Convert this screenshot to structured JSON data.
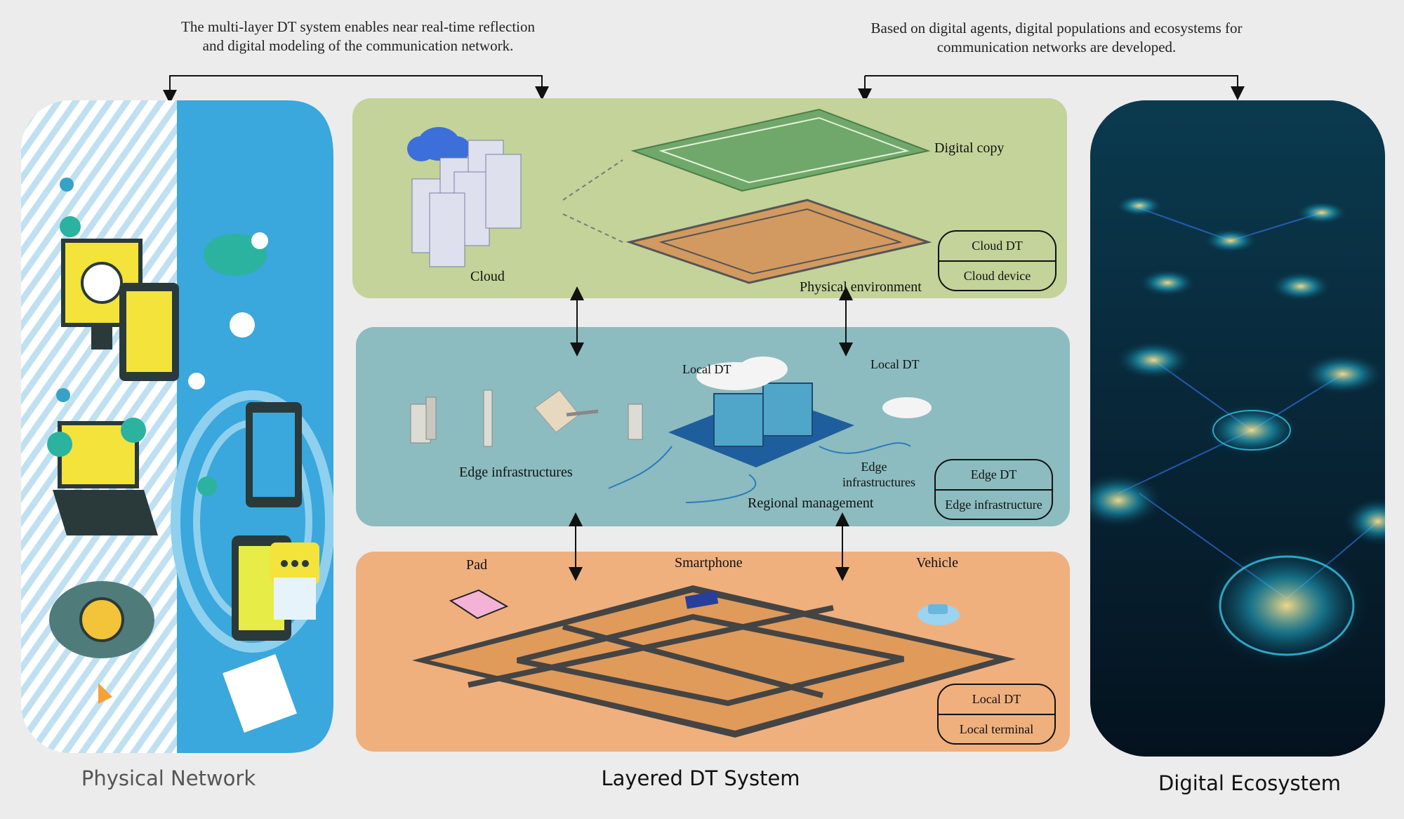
{
  "notes": {
    "left_line1": "The multi-layer DT system enables near real-time reflection",
    "left_line2": "and digital modeling of the communication network.",
    "right_line1": "Based on digital agents, digital populations and ecosystems for",
    "right_line2": "communication networks are developed."
  },
  "captions": {
    "physical_network": "Physical Network",
    "layered_dt_system": "Layered DT System",
    "digital_ecosystem": "Digital Ecosystem"
  },
  "cloud_layer": {
    "cloud_label": "Cloud",
    "digital_copy_label": "Digital copy",
    "physical_env_label": "Physical environment",
    "badge_top": "Cloud DT",
    "badge_bottom": "Cloud device"
  },
  "edge_layer": {
    "edge_infra_label": "Edge infrastructures",
    "local_dt_left": "Local DT",
    "local_dt_right": "Local DT",
    "edge_infra_small_line1": "Edge",
    "edge_infra_small_line2": "infrastructures",
    "regional_label": "Regional management",
    "badge_top": "Edge DT",
    "badge_bottom": "Edge infrastructure"
  },
  "local_layer": {
    "pad_label": "Pad",
    "smartphone_label": "Smartphone",
    "vehicle_label": "Vehicle",
    "badge_top": "Local DT",
    "badge_bottom": "Local terminal"
  },
  "colors": {
    "cloud_layer": "#c3d39a",
    "edge_layer": "#8cbcbf",
    "local_layer": "#efb07e",
    "physical_blue": "#3aa7dd",
    "ecosystem_dark": "#082236"
  }
}
